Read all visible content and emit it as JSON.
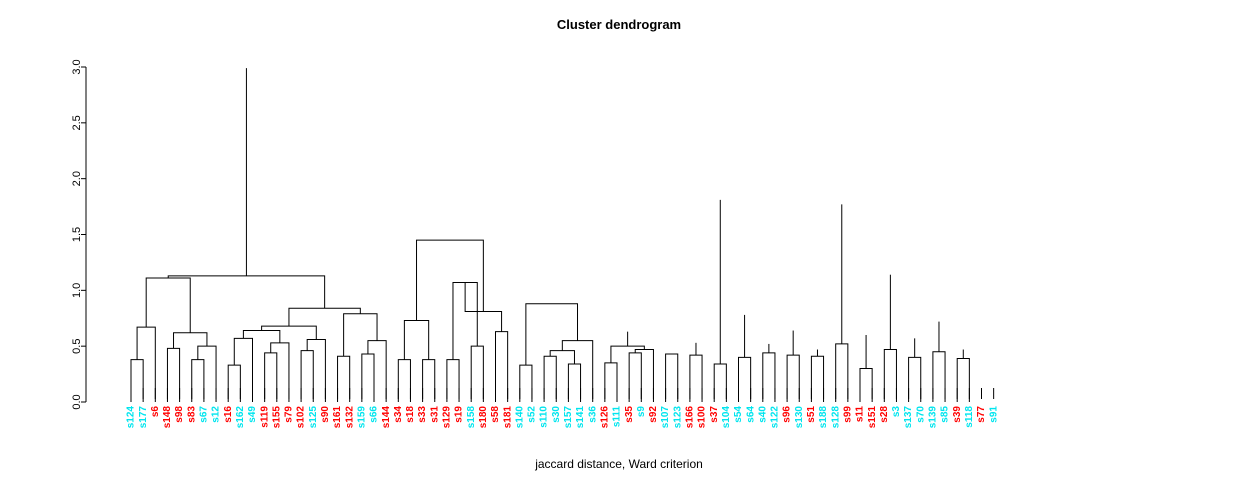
{
  "plot": {
    "title": "Cluster dendrogram",
    "xcaption": "jaccard distance, Ward criterion",
    "background": "#ffffff",
    "line_color": "#000000"
  },
  "axis": {
    "y_ticks": [
      "0.0",
      "0.5",
      "1.0",
      "1.5",
      "2.0",
      "2.5",
      "3.0"
    ],
    "y_min": 0.0,
    "y_max": 3.0
  },
  "colors": {
    "group_cyan": "#00e5ee",
    "group_red": "#ff0000"
  },
  "chart_data": {
    "type": "dendrogram",
    "title": "Cluster dendrogram",
    "xlabel": "jaccard distance, Ward criterion",
    "ylabel": "",
    "ylim": [
      0.0,
      3.0
    ],
    "grid": false,
    "legend": "none",
    "n_leaves": 76,
    "leaves": [
      {
        "label": "s124",
        "color": "#00e5ee"
      },
      {
        "label": "s177",
        "color": "#00e5ee"
      },
      {
        "label": "s6",
        "color": "#ff0000"
      },
      {
        "label": "s148",
        "color": "#ff0000"
      },
      {
        "label": "s98",
        "color": "#ff0000"
      },
      {
        "label": "s83",
        "color": "#ff0000"
      },
      {
        "label": "s67",
        "color": "#00e5ee"
      },
      {
        "label": "s12",
        "color": "#00e5ee"
      },
      {
        "label": "s16",
        "color": "#ff0000"
      },
      {
        "label": "s162",
        "color": "#00e5ee"
      },
      {
        "label": "s49",
        "color": "#00e5ee"
      },
      {
        "label": "s119",
        "color": "#ff0000"
      },
      {
        "label": "s155",
        "color": "#ff0000"
      },
      {
        "label": "s79",
        "color": "#ff0000"
      },
      {
        "label": "s102",
        "color": "#ff0000"
      },
      {
        "label": "s125",
        "color": "#00e5ee"
      },
      {
        "label": "s90",
        "color": "#ff0000"
      },
      {
        "label": "s161",
        "color": "#ff0000"
      },
      {
        "label": "s132",
        "color": "#ff0000"
      },
      {
        "label": "s159",
        "color": "#00e5ee"
      },
      {
        "label": "s66",
        "color": "#00e5ee"
      },
      {
        "label": "s144",
        "color": "#ff0000"
      },
      {
        "label": "s34",
        "color": "#ff0000"
      },
      {
        "label": "s18",
        "color": "#ff0000"
      },
      {
        "label": "s33",
        "color": "#ff0000"
      },
      {
        "label": "s31",
        "color": "#ff0000"
      },
      {
        "label": "s129",
        "color": "#ff0000"
      },
      {
        "label": "s19",
        "color": "#ff0000"
      },
      {
        "label": "s158",
        "color": "#00e5ee"
      },
      {
        "label": "s180",
        "color": "#ff0000"
      },
      {
        "label": "s58",
        "color": "#ff0000"
      },
      {
        "label": "s181",
        "color": "#ff0000"
      },
      {
        "label": "s140",
        "color": "#00e5ee"
      },
      {
        "label": "s52",
        "color": "#00e5ee"
      },
      {
        "label": "s110",
        "color": "#00e5ee"
      },
      {
        "label": "s30",
        "color": "#00e5ee"
      },
      {
        "label": "s157",
        "color": "#00e5ee"
      },
      {
        "label": "s141",
        "color": "#00e5ee"
      },
      {
        "label": "s36",
        "color": "#00e5ee"
      },
      {
        "label": "s126",
        "color": "#ff0000"
      },
      {
        "label": "s111",
        "color": "#00e5ee"
      },
      {
        "label": "s35",
        "color": "#ff0000"
      },
      {
        "label": "s9",
        "color": "#00e5ee"
      },
      {
        "label": "s92",
        "color": "#ff0000"
      },
      {
        "label": "s107",
        "color": "#00e5ee"
      },
      {
        "label": "s123",
        "color": "#00e5ee"
      },
      {
        "label": "s166",
        "color": "#ff0000"
      },
      {
        "label": "s100",
        "color": "#ff0000"
      },
      {
        "label": "s37",
        "color": "#ff0000"
      },
      {
        "label": "s104",
        "color": "#00e5ee"
      },
      {
        "label": "s54",
        "color": "#00e5ee"
      },
      {
        "label": "s64",
        "color": "#00e5ee"
      },
      {
        "label": "s40",
        "color": "#00e5ee"
      },
      {
        "label": "s122",
        "color": "#00e5ee"
      },
      {
        "label": "s96",
        "color": "#ff0000"
      },
      {
        "label": "s130",
        "color": "#00e5ee"
      },
      {
        "label": "s51",
        "color": "#ff0000"
      },
      {
        "label": "s188",
        "color": "#00e5ee"
      },
      {
        "label": "s128",
        "color": "#00e5ee"
      },
      {
        "label": "s99",
        "color": "#ff0000"
      },
      {
        "label": "s11",
        "color": "#ff0000"
      },
      {
        "label": "s151",
        "color": "#ff0000"
      },
      {
        "label": "s28",
        "color": "#ff0000"
      },
      {
        "label": "s3",
        "color": "#00e5ee"
      },
      {
        "label": "s137",
        "color": "#00e5ee"
      },
      {
        "label": "s70",
        "color": "#00e5ee"
      },
      {
        "label": "s139",
        "color": "#00e5ee"
      },
      {
        "label": "s85",
        "color": "#00e5ee"
      },
      {
        "label": "s39",
        "color": "#ff0000"
      },
      {
        "label": "s118",
        "color": "#00e5ee"
      },
      {
        "label": "s77",
        "color": "#ff0000"
      },
      {
        "label": "s91",
        "color": "#00e5ee"
      }
    ],
    "merges": [
      {
        "left": {
          "leaf": 0
        },
        "right": {
          "leaf": 1
        },
        "height": 0.38
      },
      {
        "left": {
          "node": 0
        },
        "right": {
          "leaf": 2
        },
        "height": 0.67
      },
      {
        "left": {
          "leaf": 3
        },
        "right": {
          "leaf": 4
        },
        "height": 0.48
      },
      {
        "left": {
          "leaf": 5
        },
        "right": {
          "leaf": 6
        },
        "height": 0.38
      },
      {
        "left": {
          "node": 3
        },
        "right": {
          "leaf": 7
        },
        "height": 0.5
      },
      {
        "left": {
          "node": 2
        },
        "right": {
          "node": 4
        },
        "height": 0.62
      },
      {
        "left": {
          "node": 1
        },
        "right": {
          "node": 5
        },
        "height": 1.11
      },
      {
        "left": {
          "leaf": 8
        },
        "right": {
          "leaf": 9
        },
        "height": 0.33
      },
      {
        "left": {
          "node": 7
        },
        "right": {
          "leaf": 10
        },
        "height": 0.57
      },
      {
        "left": {
          "leaf": 11
        },
        "right": {
          "leaf": 12
        },
        "height": 0.44
      },
      {
        "left": {
          "node": 9
        },
        "right": {
          "leaf": 13
        },
        "height": 0.53
      },
      {
        "left": {
          "node": 8
        },
        "right": {
          "node": 10
        },
        "height": 0.64
      },
      {
        "left": {
          "leaf": 14
        },
        "right": {
          "leaf": 15
        },
        "height": 0.46
      },
      {
        "left": {
          "node": 12
        },
        "right": {
          "leaf": 16
        },
        "height": 0.56
      },
      {
        "left": {
          "node": 11
        },
        "right": {
          "node": 13
        },
        "height": 0.68
      },
      {
        "left": {
          "leaf": 17
        },
        "right": {
          "leaf": 18
        },
        "height": 0.41
      },
      {
        "left": {
          "leaf": 19
        },
        "right": {
          "leaf": 20
        },
        "height": 0.43
      },
      {
        "left": {
          "node": 16
        },
        "right": {
          "leaf": 21
        },
        "height": 0.55
      },
      {
        "left": {
          "node": 15
        },
        "right": {
          "node": 17
        },
        "height": 0.79
      },
      {
        "left": {
          "node": 14
        },
        "right": {
          "node": 18
        },
        "height": 0.84
      },
      {
        "left": {
          "node": 6
        },
        "right": {
          "node": 19
        },
        "height": 1.13
      },
      {
        "left": {
          "leaf": 22
        },
        "right": {
          "leaf": 23
        },
        "height": 0.38
      },
      {
        "left": {
          "leaf": 24
        },
        "right": {
          "leaf": 25
        },
        "height": 0.38
      },
      {
        "left": {
          "node": 21
        },
        "right": {
          "node": 22
        },
        "height": 0.73
      },
      {
        "left": {
          "leaf": 26
        },
        "right": {
          "leaf": 27
        },
        "height": 0.38
      },
      {
        "left": {
          "leaf": 28
        },
        "right": {
          "leaf": 29
        },
        "height": 0.5
      },
      {
        "left": {
          "node": 24
        },
        "right": {
          "node": 25
        },
        "height": 1.07
      },
      {
        "left": {
          "leaf": 30
        },
        "right": {
          "leaf": 31
        },
        "height": 0.63
      },
      {
        "left": {
          "node": 26
        },
        "right": {
          "node": 27
        },
        "height": 0.81
      },
      {
        "left": {
          "node": 23
        },
        "right": {
          "node": 28
        },
        "height": 1.45
      },
      {
        "left": {
          "leaf": 32
        },
        "right": {
          "leaf": 33
        },
        "height": 0.33
      },
      {
        "left": {
          "leaf": 34
        },
        "right": {
          "leaf": 35
        },
        "height": 0.41
      },
      {
        "left": {
          "leaf": 36
        },
        "right": {
          "leaf": 37
        },
        "height": 0.34
      },
      {
        "left": {
          "node": 31
        },
        "right": {
          "node": 32
        },
        "height": 0.46
      },
      {
        "left": {
          "node": 33
        },
        "right": {
          "leaf": 38
        },
        "height": 0.55
      },
      {
        "left": {
          "node": 30
        },
        "right": {
          "node": 34
        },
        "height": 0.88
      },
      {
        "left": {
          "leaf": 39
        },
        "right": {
          "leaf": 40
        },
        "height": 0.35
      },
      {
        "left": {
          "leaf": 41
        },
        "right": {
          "leaf": 42
        },
        "height": 0.44
      },
      {
        "left": {
          "node": 37
        },
        "right": {
          "leaf": 43
        },
        "height": 0.47
      },
      {
        "left": {
          "node": 36
        },
        "right": {
          "node": 38
        },
        "height": 0.5
      },
      {
        "left": {
          "leaf": 44
        },
        "right": {
          "leaf": 45
        },
        "height": 0.43
      },
      {
        "left": {
          "leaf": 46
        },
        "right": {
          "leaf": 47
        },
        "height": 0.42
      },
      {
        "left": {
          "node": 41
        },
        "right": {
          "node": 42
        },
        "height": 0.53
      },
      {
        "left": {
          "node": 39
        },
        "right": {
          "node": 43
        },
        "height": 0.63
      },
      {
        "left": {
          "node": 35
        },
        "right": {
          "node": 44
        },
        "height": 0.88
      },
      {
        "left": {
          "leaf": 48
        },
        "right": {
          "leaf": 49
        },
        "height": 0.34
      },
      {
        "left": {
          "leaf": 50
        },
        "right": {
          "leaf": 51
        },
        "height": 0.4
      },
      {
        "left": {
          "leaf": 52
        },
        "right": {
          "leaf": 53
        },
        "height": 0.44
      },
      {
        "left": {
          "node": 47
        },
        "right": {
          "node": 48
        },
        "height": 0.52
      },
      {
        "left": {
          "leaf": 54
        },
        "right": {
          "leaf": 55
        },
        "height": 0.42
      },
      {
        "left": {
          "leaf": 56
        },
        "right": {
          "leaf": 57
        },
        "height": 0.41
      },
      {
        "left": {
          "node": 50
        },
        "right": {
          "node": 51
        },
        "height": 0.47
      },
      {
        "left": {
          "node": 49
        },
        "right": {
          "node": 52
        },
        "height": 0.64
      },
      {
        "left": {
          "node": 46
        },
        "right": {
          "node": 53
        },
        "height": 0.78
      },
      {
        "left": {
          "leaf": 58
        },
        "right": {
          "leaf": 59
        },
        "height": 0.52
      },
      {
        "left": {
          "leaf": 60
        },
        "right": {
          "leaf": 61
        },
        "height": 0.3
      },
      {
        "left": {
          "node": 55
        },
        "right": {
          "node": 56
        },
        "height": 0.6
      },
      {
        "left": {
          "leaf": 62
        },
        "right": {
          "leaf": 63
        },
        "height": 0.47
      },
      {
        "left": {
          "leaf": 64
        },
        "right": {
          "leaf": 65
        },
        "height": 0.4
      },
      {
        "left": {
          "node": 58
        },
        "right": {
          "node": 59
        },
        "height": 0.57
      },
      {
        "left": {
          "leaf": 66
        },
        "right": {
          "leaf": 67
        },
        "height": 0.45
      },
      {
        "left": {
          "leaf": 68
        },
        "right": {
          "leaf": 69
        },
        "height": 0.39
      },
      {
        "left": {
          "node": 61
        },
        "right": {
          "node": 62
        },
        "height": 0.47
      },
      {
        "left": {
          "node": 60
        },
        "right": {
          "node": 63
        },
        "height": 0.72
      },
      {
        "left": {
          "node": 57
        },
        "right": {
          "node": 64
        },
        "height": 1.14
      },
      {
        "left": {
          "node": 54
        },
        "right": {
          "node": 65
        },
        "height": 1.77
      },
      {
        "left": {
          "node": 45
        },
        "right": {
          "node": 66
        },
        "height": 1.81
      },
      {
        "left": {
          "node": 20
        },
        "right": {
          "node": 67
        },
        "height": 2.99
      }
    ]
  }
}
